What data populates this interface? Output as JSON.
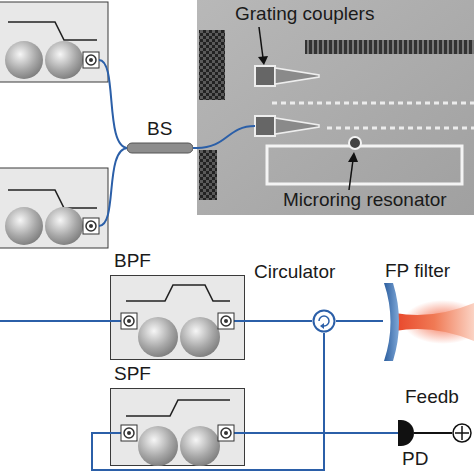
{
  "diagram": {
    "nodes": [
      {
        "text": [
          "Grating couplers",
          "Microring resonator"
        ]
      },
      {
        "text": [
          "BS"
        ]
      },
      {
        "text": [
          "BPF"
        ]
      },
      {
        "text": [
          "Circulator"
        ]
      },
      {
        "text": [
          "FP filter"
        ]
      },
      {
        "text": [
          "SPF"
        ]
      },
      {
        "text": [
          "Feedb"
        ]
      },
      {
        "text": [
          "PD"
        ]
      }
    ],
    "edges": [
      {
        "from": 1,
        "to": 0,
        "arrow": "none"
      },
      {
        "from": 2,
        "to": 3,
        "arrow": "none"
      },
      {
        "from": 3,
        "to": 4,
        "arrow": "none"
      },
      {
        "from": 3,
        "to": 5,
        "arrow": "none"
      },
      {
        "from": 5,
        "to": 7,
        "arrow": "none"
      },
      {
        "from": 7,
        "to": 6,
        "arrow": "none"
      }
    ]
  }
}
